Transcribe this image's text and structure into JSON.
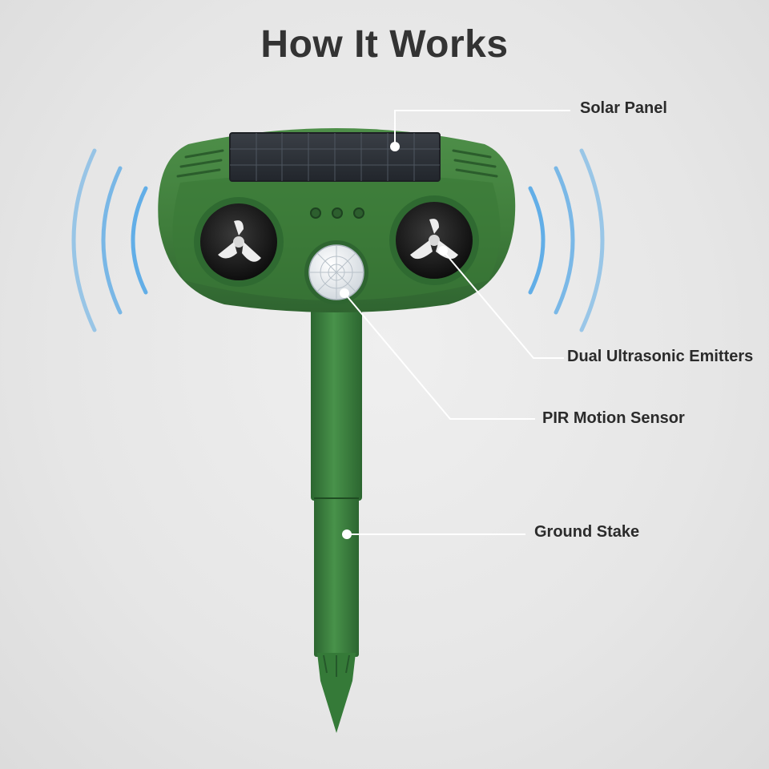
{
  "title": "How It Works",
  "callouts": {
    "solar_panel": "Solar Panel",
    "emitters": "Dual Ultrasonic Emitters",
    "pir_sensor": "PIR Motion Sensor",
    "ground_stake": "Ground Stake"
  },
  "colors": {
    "device_green": "#3f7d3b",
    "wave_blue": "#4aa3e6",
    "background": "#e6e6e6",
    "text": "#2b2b2b"
  }
}
